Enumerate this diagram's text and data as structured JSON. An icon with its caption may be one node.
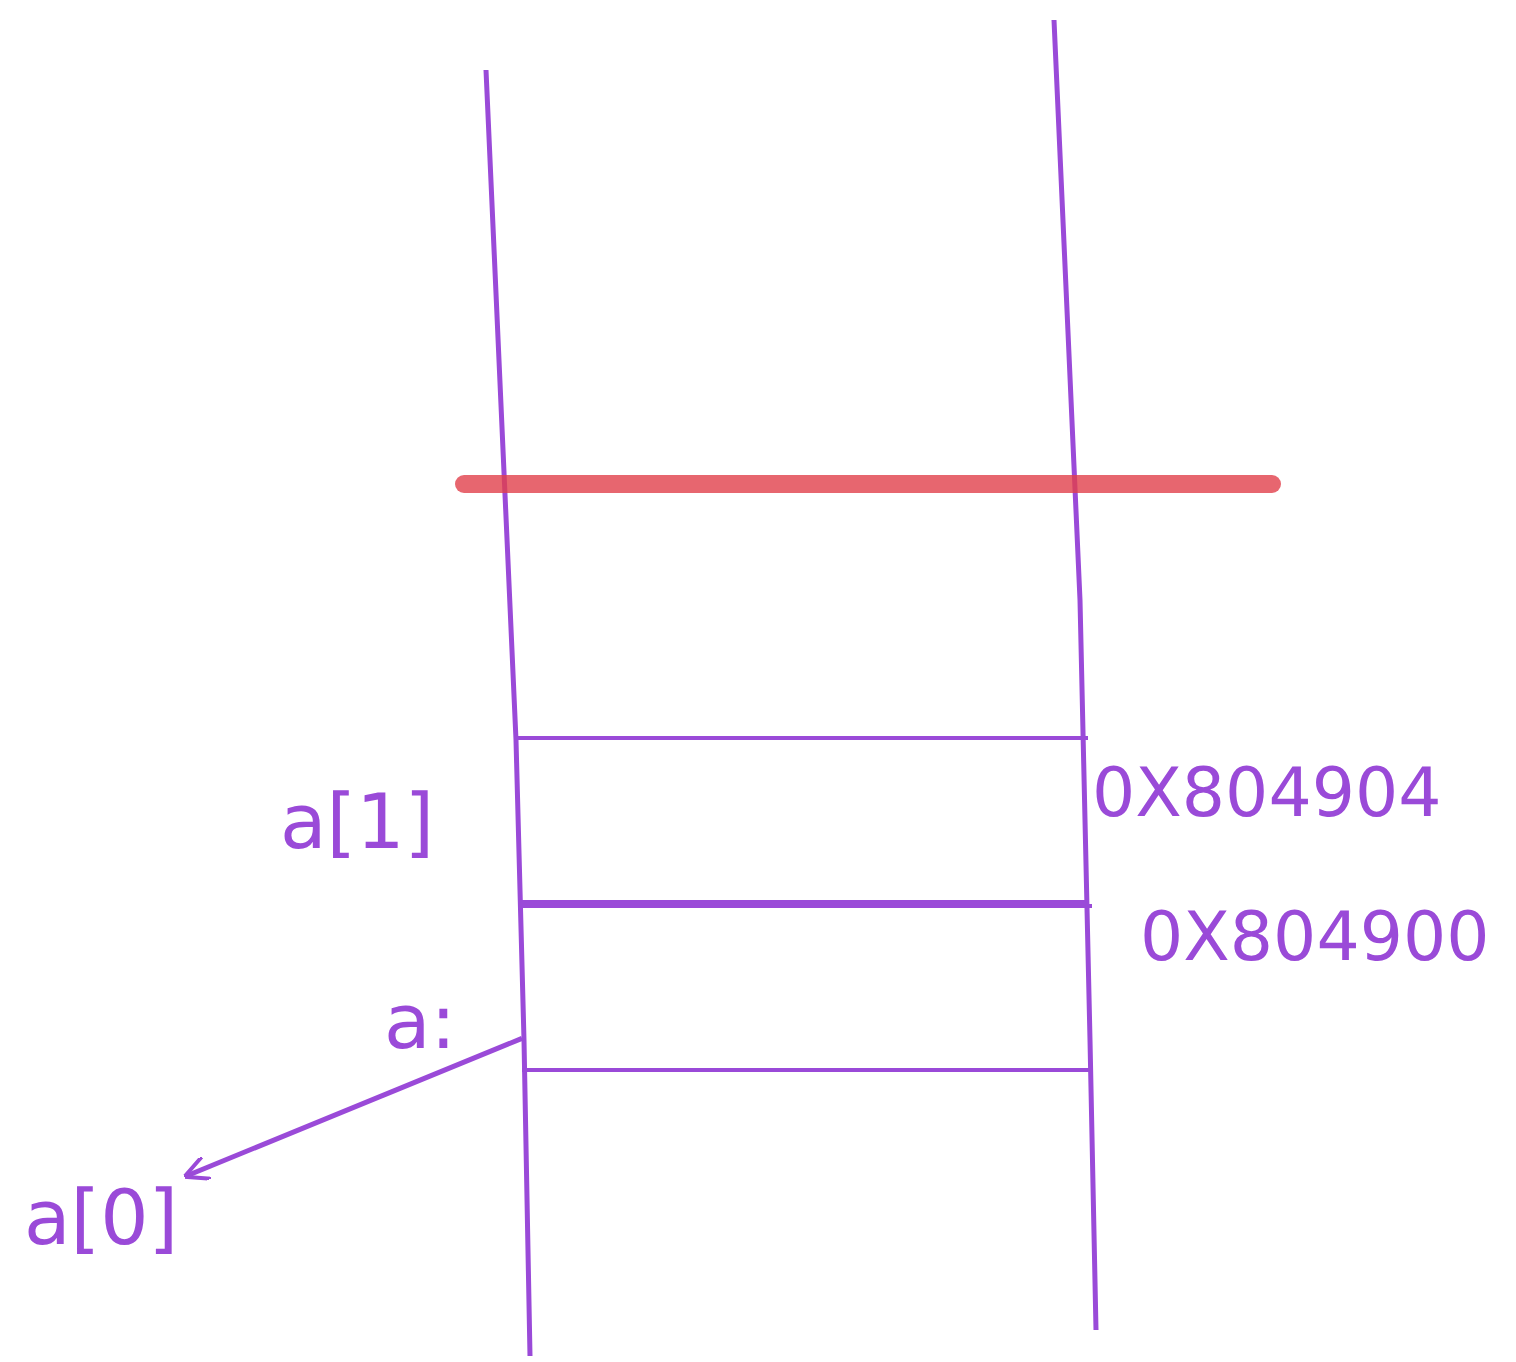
{
  "diagram": {
    "nodes": [
      {
        "text": [],
        "shape": "box"
      },
      {
        "text": [],
        "shape": "box"
      },
      {
        "text": [
          "a[0]"
        ]
      }
    ],
    "edges": [
      {
        "from": 1,
        "to": 2,
        "arrow": "to"
      }
    ],
    "labels": [
      "0X804904",
      "a[1]",
      "0X804900",
      "a:"
    ]
  }
}
